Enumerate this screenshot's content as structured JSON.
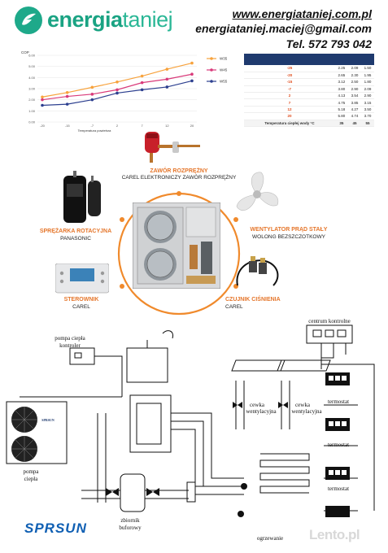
{
  "header": {
    "logo_bold": "energia",
    "logo_light": "taniej",
    "url": "www.energiataniej.com.pl",
    "email": "energiataniej.maciej@gmail.com",
    "phone": "Tel. 572 793 042"
  },
  "chart_data": {
    "type": "line",
    "title": "",
    "ylabel": "COP",
    "xlabel": "Temperatura powietrza",
    "categories": [
      "-20",
      "-15",
      "-7",
      "2",
      "7",
      "12",
      "20"
    ],
    "ylim": [
      0,
      6
    ],
    "yticks": [
      "0.00",
      "1.00",
      "2.00",
      "3.00",
      "4.00",
      "5.00",
      "6.00"
    ],
    "series": [
      {
        "name": "W35",
        "color": "#f7a23c",
        "values": [
          2.25,
          2.65,
          3.12,
          3.6,
          4.13,
          4.75,
          5.3
        ]
      },
      {
        "name": "W45",
        "color": "#d93a7a",
        "values": [
          2.0,
          2.3,
          2.5,
          2.9,
          3.54,
          3.85,
          4.3
        ]
      },
      {
        "name": "W55",
        "color": "#2c3f8f",
        "values": [
          1.5,
          1.6,
          2.0,
          2.6,
          2.9,
          3.15,
          3.7
        ]
      }
    ]
  },
  "table": {
    "rows": [
      [
        "-25",
        "2.25",
        "2.09",
        "1.50"
      ],
      [
        "-20",
        "2.65",
        "2.30",
        "1.95"
      ],
      [
        "-15",
        "3.12",
        "2.50",
        "1.80"
      ],
      [
        "-7",
        "3.80",
        "2.90",
        "2.09"
      ],
      [
        "2",
        "4.13",
        "3.54",
        "2.90"
      ],
      [
        "7",
        "4.75",
        "3.85",
        "3.15"
      ],
      [
        "12",
        "5.18",
        "4.27",
        "3.50"
      ],
      [
        "20",
        "5.80",
        "4.74",
        "3.70"
      ]
    ],
    "footer": [
      "Temperatura ciepłej wody °C",
      "35",
      "45",
      "55"
    ]
  },
  "components": {
    "valve_title": "ZAWÓR ROZPRĘŻNY",
    "valve_sub": "CAREL ELEKTRONICZY ZAWÓR ROZPRĘŻNY",
    "compressor_title": "SPRĘŻARKA ROTACYJNA",
    "compressor_sub": "PANASONIC",
    "fan_title": "WENTYLATOR PRĄD STAŁY",
    "fan_sub": "WOLONG BEZSZCZOTKOWY",
    "controller_title": "STEROWNIK",
    "controller_sub": "CAREL",
    "sensor_title": "CZUJNIK CIŚNIENIA",
    "sensor_sub": "CAREL"
  },
  "schematic": {
    "central_control": "centrum kontrolne",
    "heat_pump_controller_1": "pompa ciepła",
    "heat_pump_controller_2": "kontroler",
    "heat_pump_1": "pompa",
    "heat_pump_2": "ciepła",
    "fan_coil_1a": "cewka",
    "fan_coil_1b": "wentylacyjna",
    "fan_coil_2a": "cewka",
    "fan_coil_2b": "wentylacyjna",
    "thermostat": "termostat",
    "buffer_tank_1": "zbiornik",
    "buffer_tank_2": "buforowy",
    "heating": "ogrzewanie",
    "unit_brand": "SPRSUN"
  },
  "footer": {
    "brand": "SPRSUN",
    "watermark": "Lento.pl"
  }
}
